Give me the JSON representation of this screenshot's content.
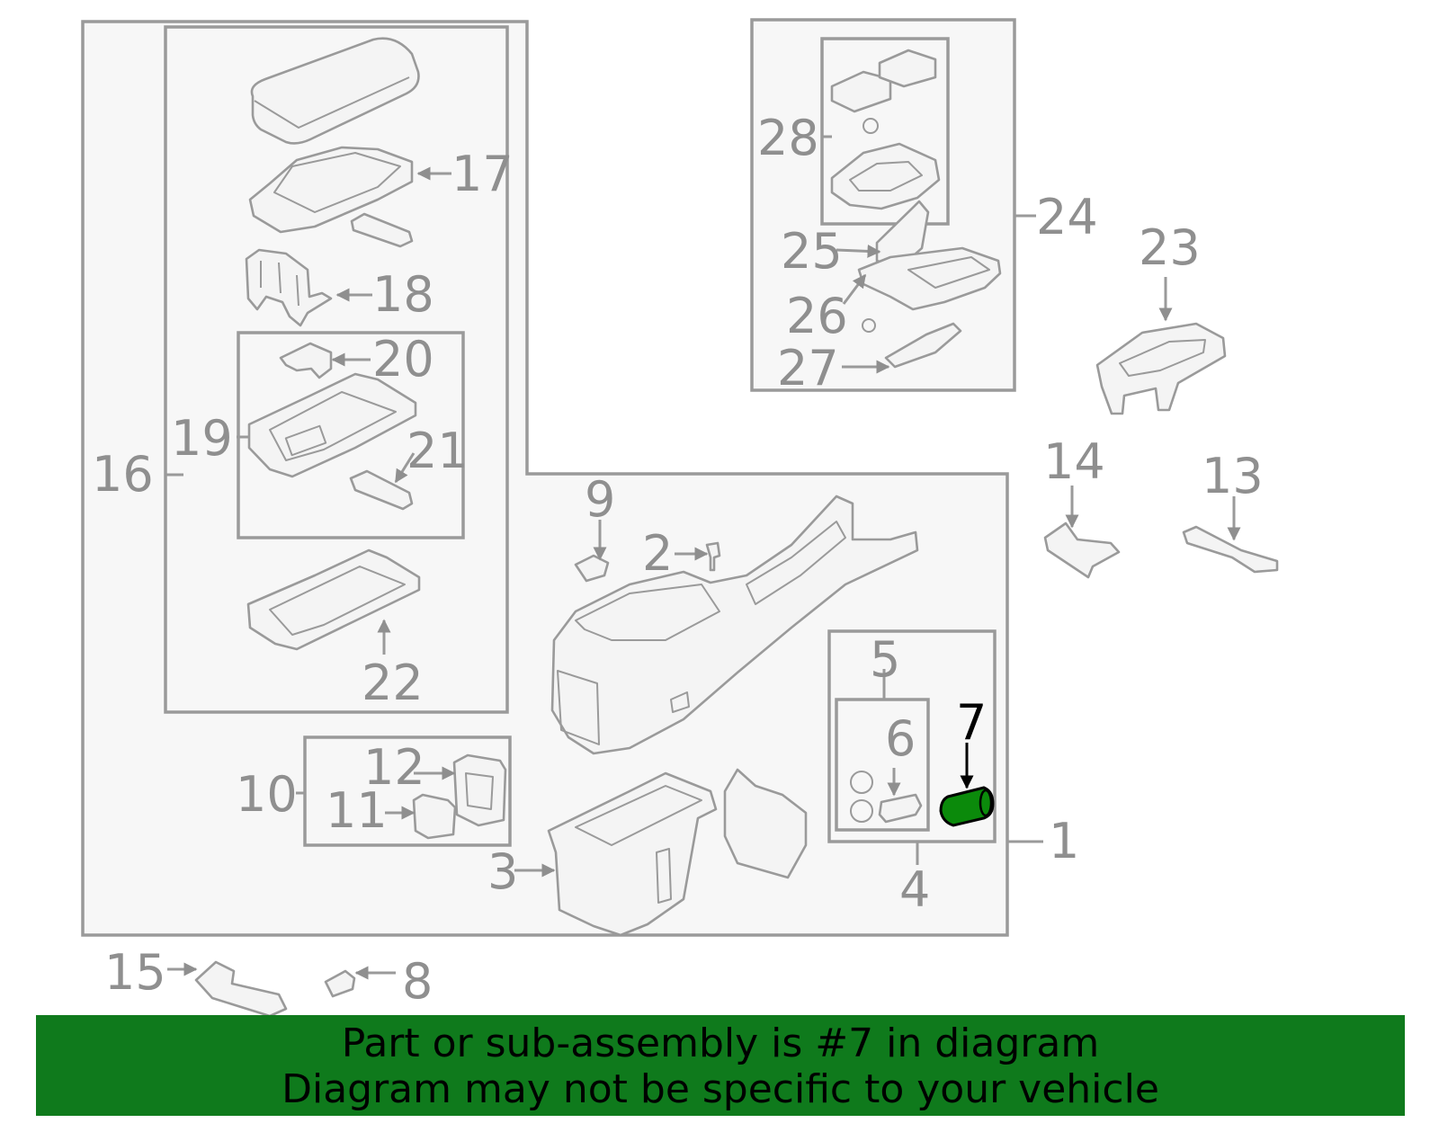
{
  "diagram": {
    "highlight_part": "7",
    "highlight_color": "#0b8a0b",
    "banner_color": "#0f7a1c",
    "callouts": [
      "1",
      "2",
      "3",
      "4",
      "5",
      "6",
      "7",
      "8",
      "9",
      "10",
      "11",
      "12",
      "13",
      "14",
      "15",
      "16",
      "17",
      "18",
      "19",
      "20",
      "21",
      "22",
      "23",
      "24",
      "25",
      "26",
      "27",
      "28"
    ]
  },
  "banner": {
    "line1": "Part or sub-assembly is #7 in diagram",
    "line2": "Diagram may not be specific to your vehicle"
  }
}
